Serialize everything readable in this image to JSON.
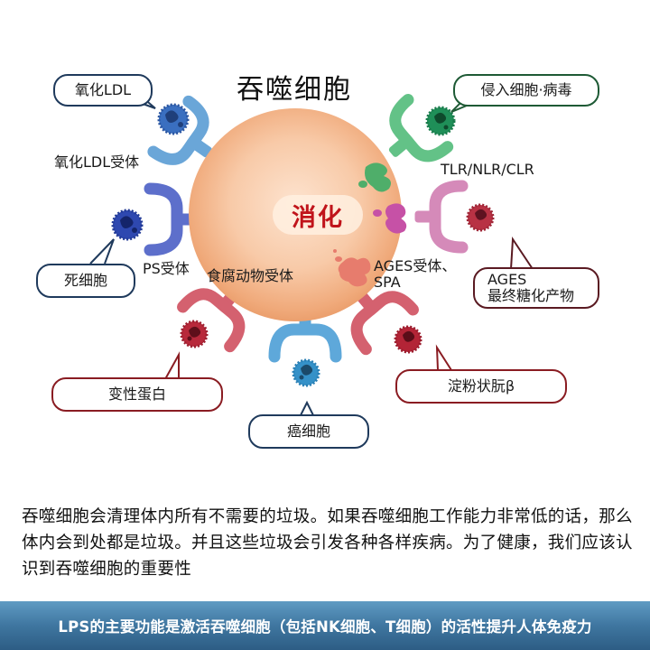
{
  "diagram": {
    "title": "吞噬细胞",
    "center_label": "消化",
    "cell_color": "#f2b287",
    "receptors": [
      {
        "name": "氧化LDL受体",
        "target": "氧化LDL",
        "color": "#5b9bd5"
      },
      {
        "name": "PS受体",
        "target": "死细胞",
        "color": "#5468c4"
      },
      {
        "name": "食腐动物受体",
        "target": "变性蛋白",
        "color": "#d05a6a"
      },
      {
        "name": "食腐动物受体",
        "target": "癌细胞",
        "color": "#5aa3d6"
      },
      {
        "name": "AGES受体、SPA",
        "target": "淀粉状朊β",
        "color": "#d05a6a"
      },
      {
        "name": "AGES受体、SPA",
        "target": "AGES 最终糖化产物",
        "color": "#d485b8"
      },
      {
        "name": "TLR/NLR/CLR",
        "target": "侵入细胞·病毒",
        "color": "#5fbf82"
      }
    ],
    "labels": {
      "ox_ldl_receptor": "氧化LDL受体",
      "ps_receptor": "PS受体",
      "scavenger_receptor": "食腐动物受体",
      "ages_receptor_line1": "AGES受体、",
      "ages_receptor_line2": "SPA",
      "tlr": "TLR/NLR/CLR"
    },
    "bubbles": {
      "ox_ldl": "氧化LDL",
      "dead_cell": "死细胞",
      "denatured_protein": "变性蛋白",
      "cancer_cell": "癌细胞",
      "amyloid": "淀粉状朊β",
      "ages_line1": "AGES",
      "ages_line2": "最终糖化产物",
      "virus": "侵入细胞·病毒"
    }
  },
  "description": "吞噬细胞会清理体内所有不需要的垃圾。如果吞噬细胞工作能力非常低的话，那么体内会到处都是垃圾。并且这些垃圾会引发各种各样疾病。为了健康，我们应该认识到吞噬细胞的重要性",
  "banner": {
    "text": "LPS的主要功能是激活吞噬细胞（包括NK细胞、T细胞）的活性提升人体免疫力",
    "color": "#3f76a0"
  }
}
